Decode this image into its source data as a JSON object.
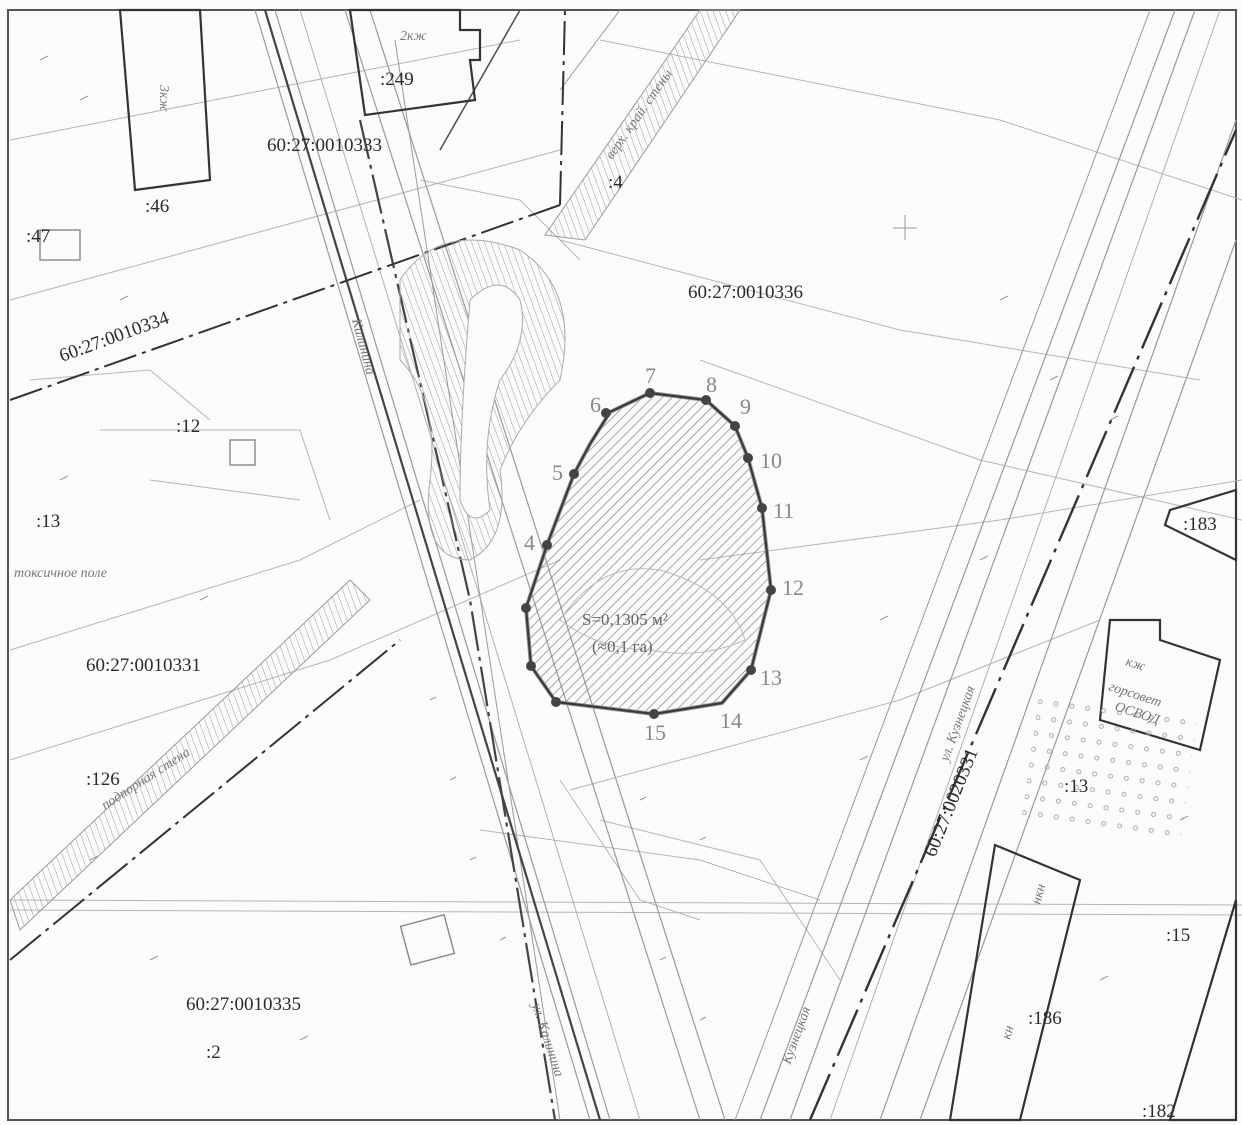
{
  "parcels": {
    "p333": "60:27:0010333",
    "p336": "60:27:0010336",
    "p334": "60:27:0010334",
    "p331": "60:27:0010331",
    "p335": "60:27:0010335",
    "p20331": "60:27:0020331"
  },
  "lots": {
    "l249": ":249",
    "l46": ":46",
    "l47": ":47",
    "l4": ":4",
    "l12": ":12",
    "l13a": ":13",
    "l126": ":126",
    "l2": ":2",
    "l13b": ":13",
    "l183": ":183",
    "l15": ":15",
    "l186": ":186",
    "l182": ":182"
  },
  "area": {
    "line1": "S=0,1305 м²",
    "line2": "(≈0,1 га)"
  },
  "streets": {
    "kuznetskaya": "ул. Кузнецкая",
    "kuznetskaya2": "Кузнецкая",
    "kalinina": "ул. Калинина",
    "kalinina2": "Калинина"
  },
  "notes": {
    "field": "токсичное поле",
    "wall": "подпорная стена",
    "edge": "верх. край. стены",
    "gorsovet": "горсовет",
    "osvod": "ОСВОД",
    "kzh": "кж",
    "kzh2": "2кж",
    "kzh3": "3кж",
    "kn": "кн",
    "nkn": "нкн"
  },
  "vertices": [
    "4",
    "5",
    "6",
    "7",
    "8",
    "9",
    "10",
    "11",
    "12",
    "13",
    "14",
    "15"
  ],
  "colors": {
    "line": "#3a3a3a",
    "thin": "#9a9a9a",
    "hatch": "#8c8c8c",
    "point": "#444444"
  }
}
